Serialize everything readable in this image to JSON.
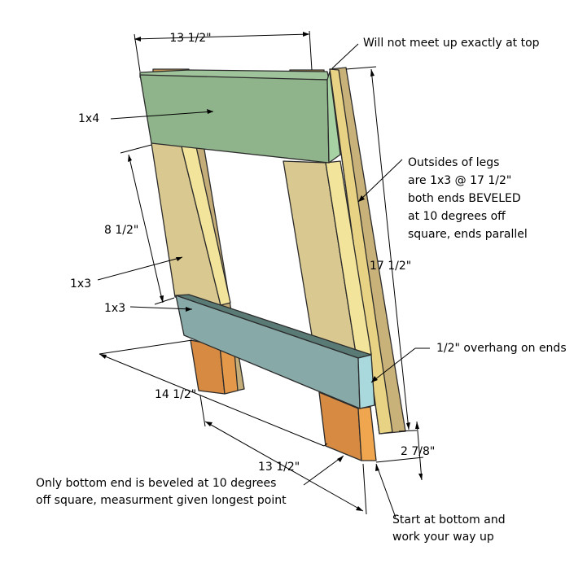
{
  "labels": {
    "top_width": "13 1/2\"",
    "no_meet": "Will not meet up exactly at top",
    "top_board": "1x4",
    "outside_note": [
      "Outsides of legs",
      "are 1x3 @ 17 1/2\"",
      "both ends BEVELED",
      "at 10 degrees off",
      "square, ends parallel"
    ],
    "leg_height": "8 1/2\"",
    "leg_board": "1x3",
    "front_board": "1x3",
    "leg_length": "17 1/2\"",
    "overhang": "1/2\" overhang on ends",
    "outer_width": "14 1/2\"",
    "bottom_width": "13 1/2\"",
    "end_depth": "2 7/8\"",
    "bottom_note": [
      "Only bottom end is beveled at 10 degrees",
      "off square, measurment given longest point"
    ],
    "start_note": [
      "Start at bottom and",
      "work your way up"
    ]
  },
  "colors": {
    "top_board": "#8fb38a",
    "top_board_end": "#a7d2a4",
    "front_board": "#87aaa8",
    "front_board_end": "#a9d9dc",
    "leg": "#d9c890",
    "leg_edge": "#f3e49b",
    "leg_bottom": "#d68a42",
    "leg_bottom_face": "#eea050",
    "back_leg": "#c9b27a"
  }
}
